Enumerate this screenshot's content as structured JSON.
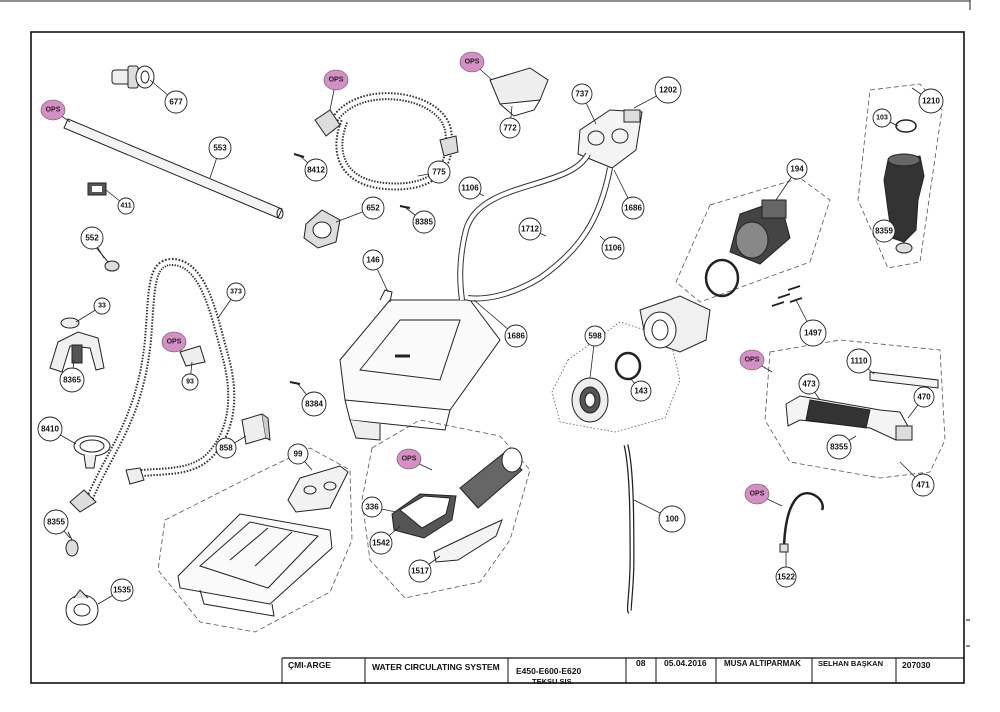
{
  "badge_text": "OPS",
  "ops_color": "#d58ec6",
  "labels": {
    "p677": "677",
    "p553": "553",
    "p411": "411",
    "p552": "552",
    "p33": "33",
    "p8365": "8365",
    "p93": "93",
    "p373": "373",
    "p8410": "8410",
    "p8355a": "8355",
    "p1535": "1535",
    "p858": "858",
    "p99": "99",
    "p8412": "8412",
    "p775": "775",
    "p652": "652",
    "p8385": "8385",
    "p146": "146",
    "p8384": "8384",
    "p772": "772",
    "p737": "737",
    "p1202": "1202",
    "p1106a": "1106",
    "p1712": "1712",
    "p1106b": "1106",
    "p1686a": "1686",
    "p1686b": "1686",
    "p336": "336",
    "p1542": "1542",
    "p1517": "1517",
    "p100": "100",
    "p598": "598",
    "p143": "143",
    "p194": "194",
    "p1497": "1497",
    "p1210": "1210",
    "p103": "103",
    "p8359": "8359",
    "p1110": "1110",
    "p473": "473",
    "p470": "470",
    "p8355b": "8355",
    "p471": "471",
    "p1522": "1522"
  },
  "title_block": {
    "company": "ÇMI-ARGE",
    "system": "WATER CIRCULATING SYSTEM",
    "model_line1": "E450-E600-E620",
    "model_line2": "TEKSU SIS.",
    "rev": "08",
    "date": "05.04.2016",
    "drawn_by": "MUSA ALTIPARMAK",
    "approved_by": "SELHAN BAŞKAN",
    "doc_no": "207030"
  }
}
